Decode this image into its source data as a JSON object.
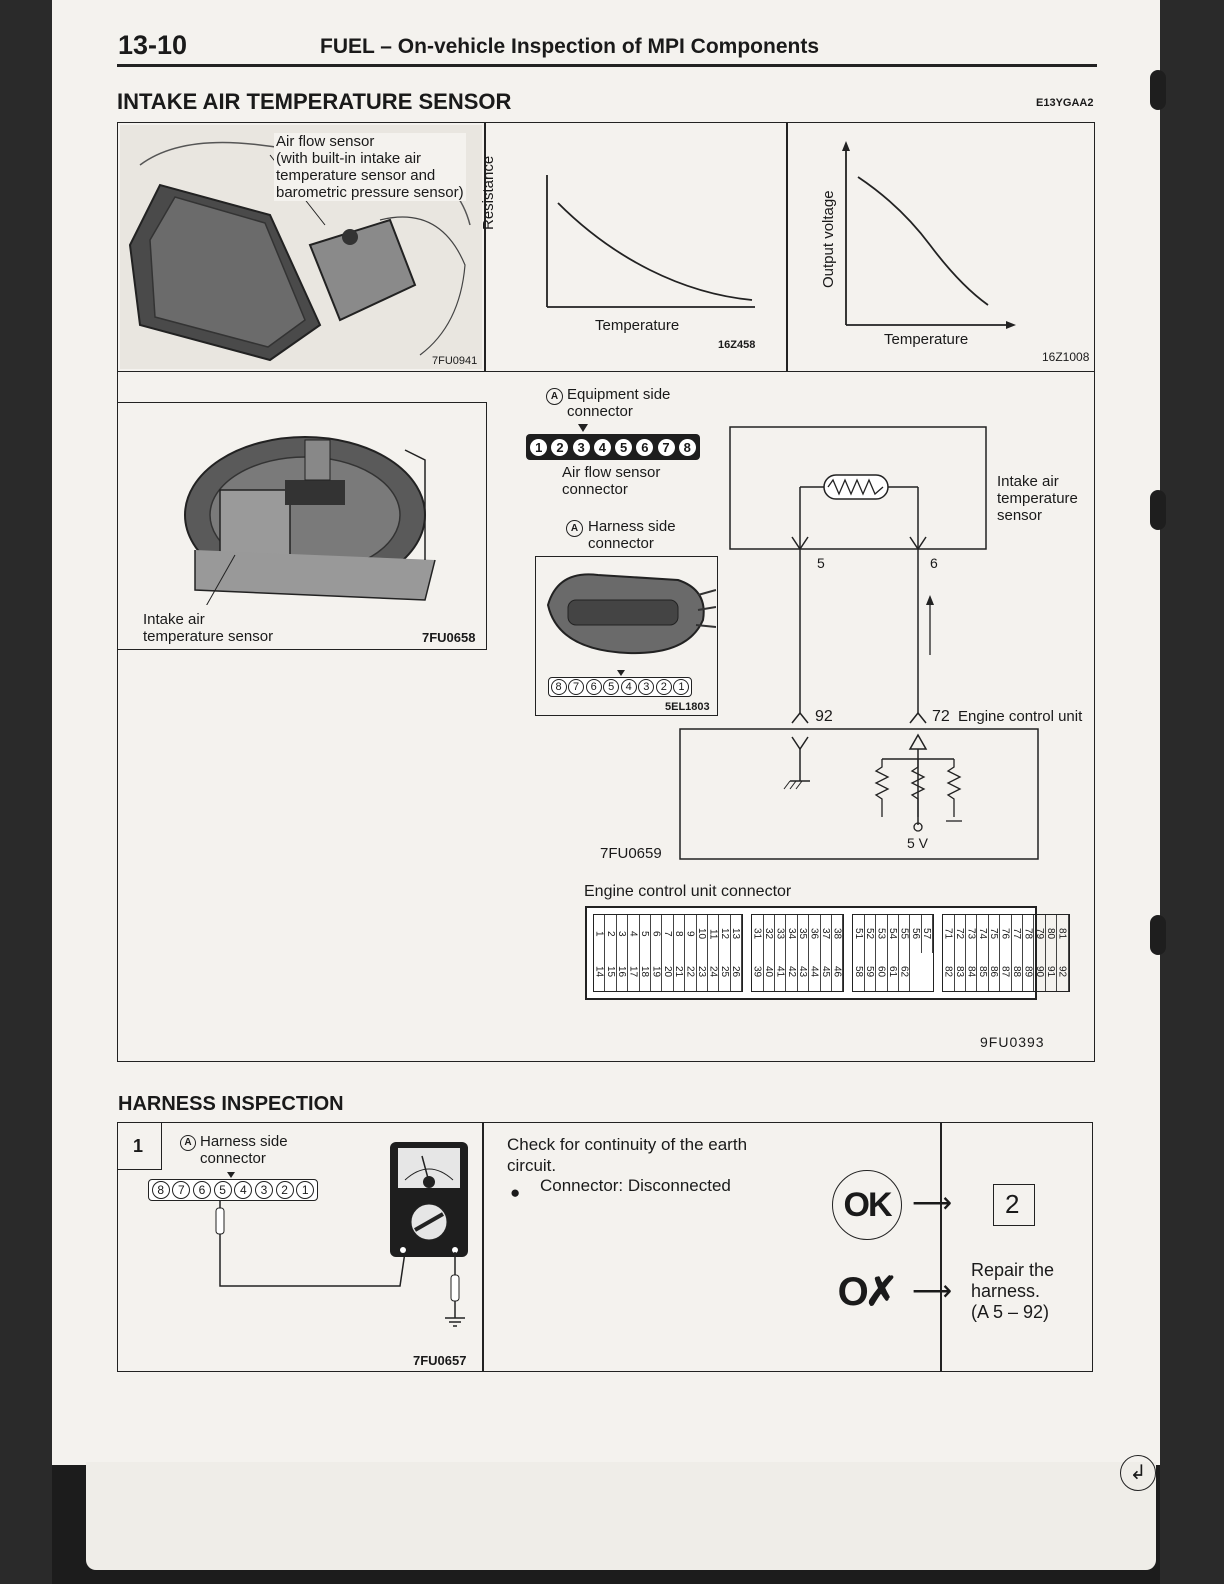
{
  "header": {
    "page_number": "13-10",
    "title": "FUEL – On-vehicle Inspection of MPI Components"
  },
  "section": {
    "title": "INTAKE AIR TEMPERATURE SENSOR",
    "code": "E13YGAA2"
  },
  "fig1": {
    "label": "Air flow sensor\n(with built-in intake air\ntemperature sensor and\nbarometric pressure sensor)",
    "code": "7FU0941"
  },
  "fig2": {
    "ylabel": "Resistance",
    "xlabel": "Temperature",
    "code": "16Z458"
  },
  "fig3": {
    "ylabel": "Output voltage",
    "xlabel": "Temperature",
    "code": "16Z1008"
  },
  "fig4": {
    "label": "Intake air\ntemperature sensor",
    "code": "7FU0658"
  },
  "connectors": {
    "equipment_label": "Equipment side\nconnector",
    "equipment_pins": [
      "1",
      "2",
      "3",
      "4",
      "5",
      "6",
      "7",
      "8"
    ],
    "airflow_label": "Air flow sensor\nconnector",
    "harness_label": "Harness side\nconnector",
    "harness_pins": [
      "8",
      "7",
      "6",
      "5",
      "4",
      "3",
      "2",
      "1"
    ],
    "code": "5EL1803",
    "marker": "A"
  },
  "circuit": {
    "sensor_label": "Intake air\ntemperature\nsensor",
    "pin_left": "5",
    "pin_right": "6",
    "ecu_pin_left": "92",
    "ecu_pin_right": "72",
    "ecu_label": "Engine control unit",
    "voltage": "5 V",
    "code": "7FU0659"
  },
  "ecu_connector": {
    "label": "Engine control unit connector",
    "code": "9FU0393",
    "groups": [
      {
        "top": [
          "1",
          "2",
          "3",
          "4",
          "5",
          "6",
          "7",
          "8",
          "9",
          "10",
          "11",
          "12",
          "13"
        ],
        "bottom": [
          "14",
          "15",
          "16",
          "17",
          "18",
          "19",
          "20",
          "21",
          "22",
          "23",
          "24",
          "25",
          "26"
        ]
      },
      {
        "top": [
          "31",
          "32",
          "33",
          "34",
          "35",
          "36",
          "37",
          "38"
        ],
        "bottom": [
          "39",
          "40",
          "41",
          "42",
          "43",
          "44",
          "45",
          "46"
        ]
      },
      {
        "top": [
          "51",
          "52",
          "53",
          "54",
          "55",
          "56",
          "57"
        ],
        "bottom": [
          "58",
          "59",
          "60",
          "61",
          "62"
        ]
      },
      {
        "top": [
          "71",
          "72",
          "73",
          "74",
          "75",
          "76",
          "77",
          "78",
          "79",
          "80",
          "81"
        ],
        "bottom": [
          "82",
          "83",
          "84",
          "85",
          "86",
          "87",
          "88",
          "89",
          "90",
          "91",
          "92"
        ]
      }
    ]
  },
  "harness_inspection": {
    "title": "HARNESS INSPECTION",
    "step": "1",
    "connector_label": "Harness side\nconnector",
    "pins": [
      "8",
      "7",
      "6",
      "5",
      "4",
      "3",
      "2",
      "1"
    ],
    "code": "7FU0657",
    "instruction": "Check for continuity of the earth\ncircuit.",
    "bullet": "Connector: Disconnected",
    "ok_label": "OK",
    "ok_next": "2",
    "ng_action": "Repair the\nharness.",
    "ng_ref": "(A 5 – 92)"
  }
}
